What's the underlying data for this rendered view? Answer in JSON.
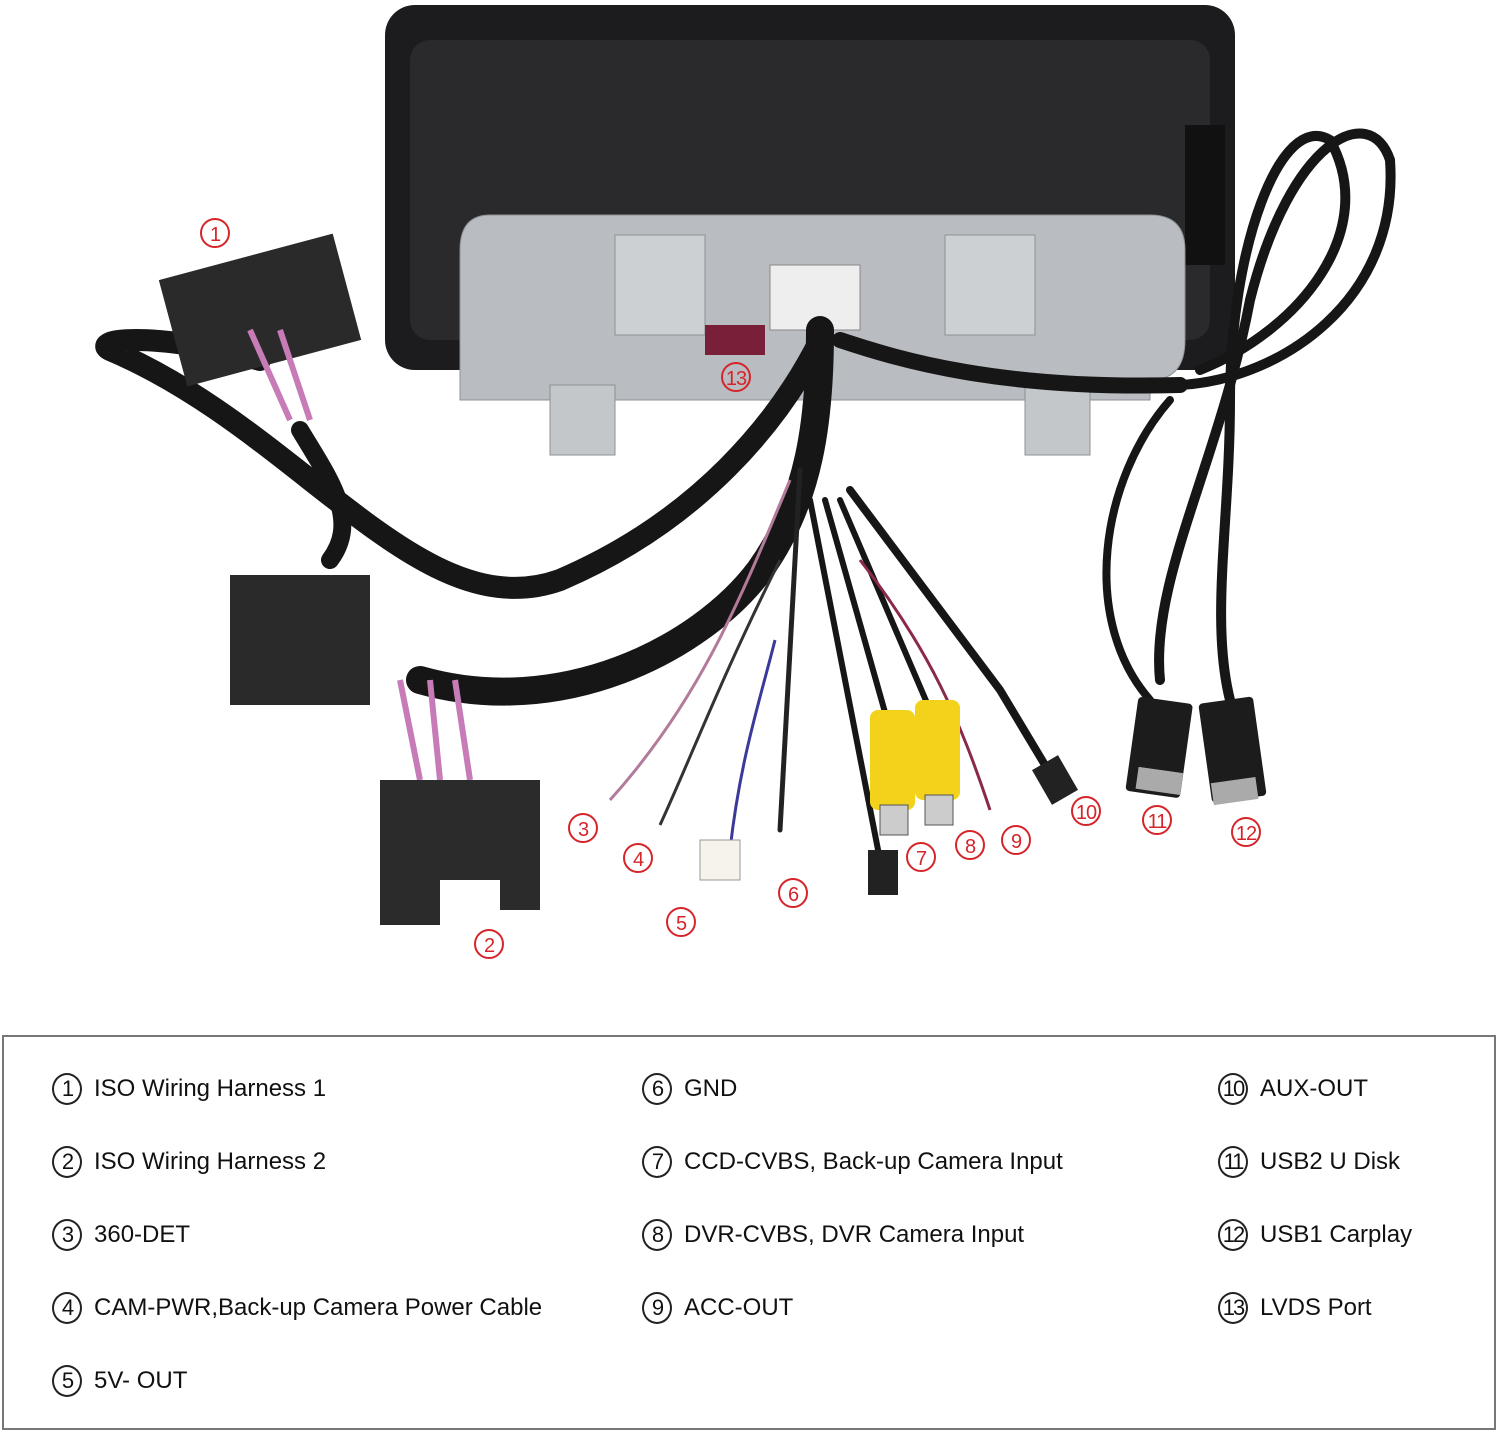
{
  "callouts": [
    {
      "n": "1"
    },
    {
      "n": "2"
    },
    {
      "n": "3"
    },
    {
      "n": "4"
    },
    {
      "n": "5"
    },
    {
      "n": "6"
    },
    {
      "n": "7"
    },
    {
      "n": "8"
    },
    {
      "n": "9"
    },
    {
      "n": "10"
    },
    {
      "n": "11"
    },
    {
      "n": "12"
    },
    {
      "n": "13"
    }
  ],
  "legend": [
    {
      "n": "1",
      "label": "ISO Wiring Harness 1"
    },
    {
      "n": "2",
      "label": "ISO Wiring Harness 2"
    },
    {
      "n": "3",
      "label": "360-DET"
    },
    {
      "n": "4",
      "label": "CAM-PWR,Back-up Camera Power Cable"
    },
    {
      "n": "5",
      "label": "5V- OUT"
    },
    {
      "n": "6",
      "label": "GND"
    },
    {
      "n": "7",
      "label": "CCD-CVBS, Back-up Camera Input"
    },
    {
      "n": "8",
      "label": "DVR-CVBS, DVR Camera Input"
    },
    {
      "n": "9",
      "label": "ACC-OUT"
    },
    {
      "n": "10",
      "label": "AUX-OUT"
    },
    {
      "n": "11",
      "label": "USB2  U Disk"
    },
    {
      "n": "12",
      "label": "USB1 Carplay"
    },
    {
      "n": "13",
      "label": "LVDS Port"
    }
  ],
  "colors": {
    "callout": "#d6252a",
    "unit": "#1c1c1e",
    "plate": "#b9bcc0",
    "rca": "#f2d21a"
  }
}
